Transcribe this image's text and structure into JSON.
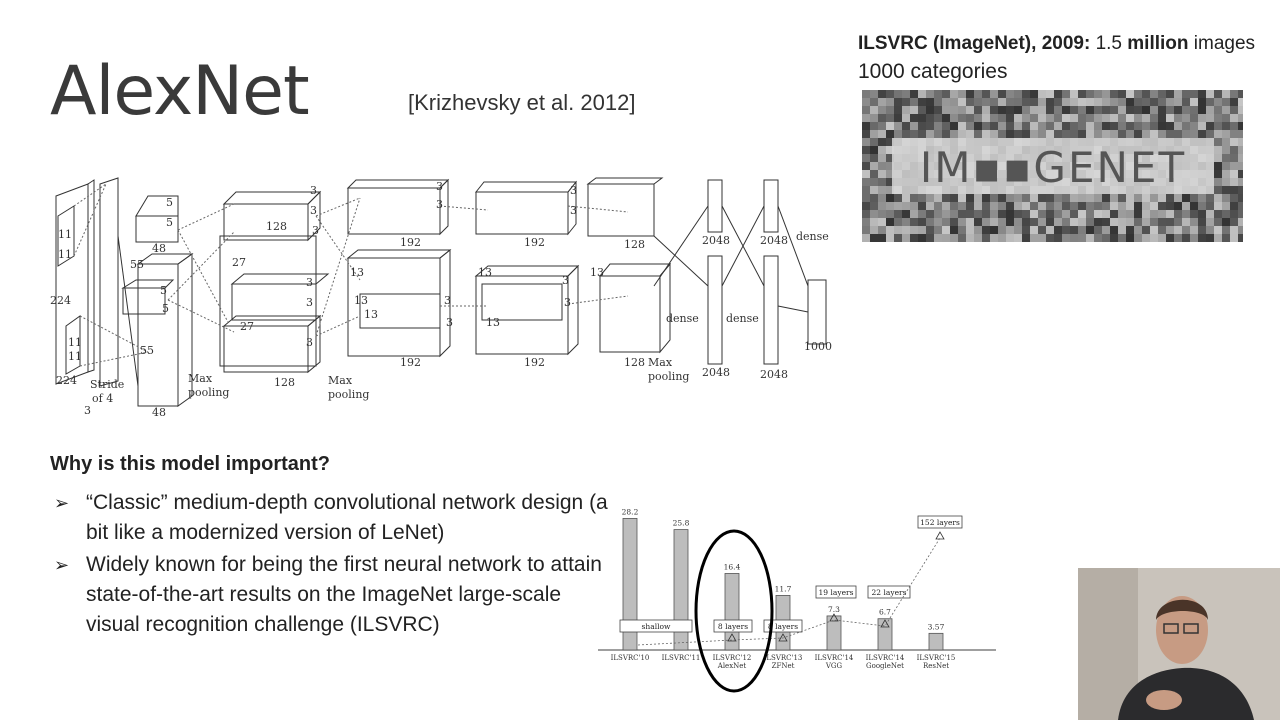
{
  "slide": {
    "title": "AlexNet",
    "citation": "[Krizhevsky et al. 2012]"
  },
  "imagenet": {
    "line1_bold": "ILSVRC (ImageNet), 2009:",
    "line1_num": "1.5",
    "line1_bold2": "million",
    "line1_rest": "images",
    "line2": "1000 categories",
    "logo_text": "IM▪▪GENET"
  },
  "architecture": {
    "labels": {
      "in_224_a": "224",
      "in_224_b": "224",
      "in_11_a": "11",
      "in_11_b": "11",
      "in_11_c": "11",
      "in_11_d": "11",
      "stride": "Stride",
      "of4": "of 4",
      "three": "3",
      "c1_55a": "55",
      "c1_55b": "55",
      "c1_48a": "48",
      "c1_48b": "48",
      "c1_5a": "5",
      "c1_5b": "5",
      "c1_5c": "5",
      "c1_5d": "5",
      "c2_27a": "27",
      "c2_27b": "27",
      "c2_128a": "128",
      "c2_128b": "128",
      "c2_3a": "3",
      "c2_3b": "3",
      "c2_3c": "3",
      "c2_3d": "3",
      "c2_3e": "3",
      "c2_3f": "3",
      "c3_13a": "13",
      "c3_13b": "13",
      "c3_13c": "13",
      "c3_192a": "192",
      "c3_192b": "192",
      "c3_3a": "3",
      "c3_3b": "3",
      "c3_3c": "3",
      "c3_3d": "3",
      "c4_13a": "13",
      "c4_13b": "13",
      "c4_192a": "192",
      "c4_192b": "192",
      "c4_3a": "3",
      "c4_3b": "3",
      "c4_3c": "3",
      "c4_3d": "3",
      "c5_13": "13",
      "c5_128a": "128",
      "c5_128b": "128",
      "fc_2048a": "2048",
      "fc_2048b": "2048",
      "fc_2048c": "2048",
      "fc_2048d": "2048",
      "dense_a": "dense",
      "dense_b": "dense",
      "dense_c": "dense",
      "out_1000": "1000",
      "maxpool_1a": "Max",
      "maxpool_1b": "pooling",
      "maxpool_2a": "Max",
      "maxpool_2b": "pooling",
      "maxpool_3a": "Max",
      "maxpool_3b": "pooling"
    }
  },
  "question": "Why is this model important?",
  "bullets": [
    {
      "arrow": "➢",
      "text": "“Classic” medium-depth convolutional network design (a bit like a modernized version of LeNet)"
    },
    {
      "arrow": "➢",
      "text": "Widely known for being the first neural network to attain state-of-the-art results on the ImageNet large-scale visual recognition challenge (ILSVRC)"
    }
  ],
  "chart_data": {
    "type": "bar",
    "categories": [
      "ILSVRC'10",
      "ILSVRC'11",
      "ILSVRC'12",
      "ILSVRC'13",
      "ILSVRC'14",
      "ILSVRC'14",
      "ILSVRC'15"
    ],
    "sublabels": [
      "",
      "",
      "AlexNet",
      "ZFNet",
      "VGG",
      "GoogleNet",
      "ResNet"
    ],
    "values": [
      28.2,
      25.8,
      16.4,
      11.7,
      7.3,
      6.7,
      3.57
    ],
    "value_labels": [
      "28.2",
      "25.8",
      "16.4",
      "11.7",
      "7.3",
      "6.7",
      "3.57"
    ],
    "layer_boxes": {
      "shallow": "shallow",
      "alexnet": "8 layers",
      "zfnet": "8 layers",
      "vgg": "19 layers",
      "googlenet": "22 layers",
      "resnet": "152 layers"
    },
    "highlight": "ILSVRC'12",
    "ylim": [
      0,
      30
    ],
    "title": "",
    "xlabel": "",
    "ylabel": ""
  }
}
